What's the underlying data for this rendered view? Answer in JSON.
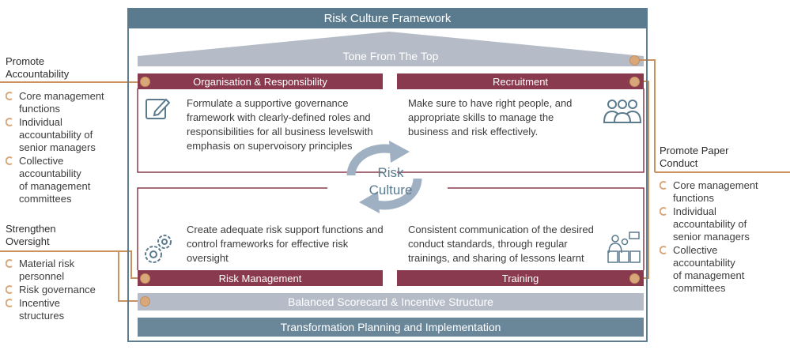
{
  "colors": {
    "title_bar": "#5a7a8e",
    "maroon": "#8a3a4f",
    "light_bar": "#b5bcc7",
    "dark_bar": "#6a879a",
    "accent": "#d8a77a",
    "cycle": "#9fb0c2"
  },
  "title": "Risk Culture Framework",
  "roof_label": "Tone From The Top",
  "quadrants": {
    "org": {
      "header": "Organisation & Responsibility",
      "text": "Formulate a supportive governance framework with clearly-defined roles and responsibilities for all business levelswith emphasis on supervoisory principles",
      "icon": "edit-document-icon"
    },
    "recruitment": {
      "header": "Recruitment",
      "text": "Make sure to have right people, and appropriate skills to manage the business and risk effectively.",
      "icon": "group-people-icon"
    },
    "risk": {
      "header": "Risk Management",
      "text": "Create adequate risk support functions and control frameworks for effective risk oversight",
      "icon": "gears-icon"
    },
    "training": {
      "header": "Training",
      "text": "Consistent communication of the desired conduct standards, through regular trainings, and sharing of lessons learnt",
      "icon": "training-presentation-icon"
    }
  },
  "center": {
    "line1": "Risk",
    "line2": "Culture"
  },
  "bars": {
    "balanced": "Balanced Scorecard & Incentive Structure",
    "transformation": "Transformation Planning and Implementation"
  },
  "left": {
    "accountability": {
      "title_line1": "Promote",
      "title_line2": "Accountability",
      "items": [
        [
          "Core management",
          "functions"
        ],
        [
          "Individual",
          "accountability of",
          "senior managers"
        ],
        [
          "Collective",
          "accountability",
          "of management",
          "committees"
        ]
      ]
    },
    "oversight": {
      "title_line1": "Strengthen",
      "title_line2": "Oversight",
      "items": [
        [
          "Material risk",
          "personnel"
        ],
        [
          "Risk governance"
        ],
        [
          "Incentive",
          "structures"
        ]
      ]
    }
  },
  "right": {
    "conduct": {
      "title_line1": "Promote Paper",
      "title_line2": "Conduct",
      "items": [
        [
          "Core management",
          "functions"
        ],
        [
          "Individual",
          "accountability of",
          "senior managers"
        ],
        [
          "Collective",
          "accountability",
          "of management",
          "committees"
        ]
      ]
    }
  }
}
